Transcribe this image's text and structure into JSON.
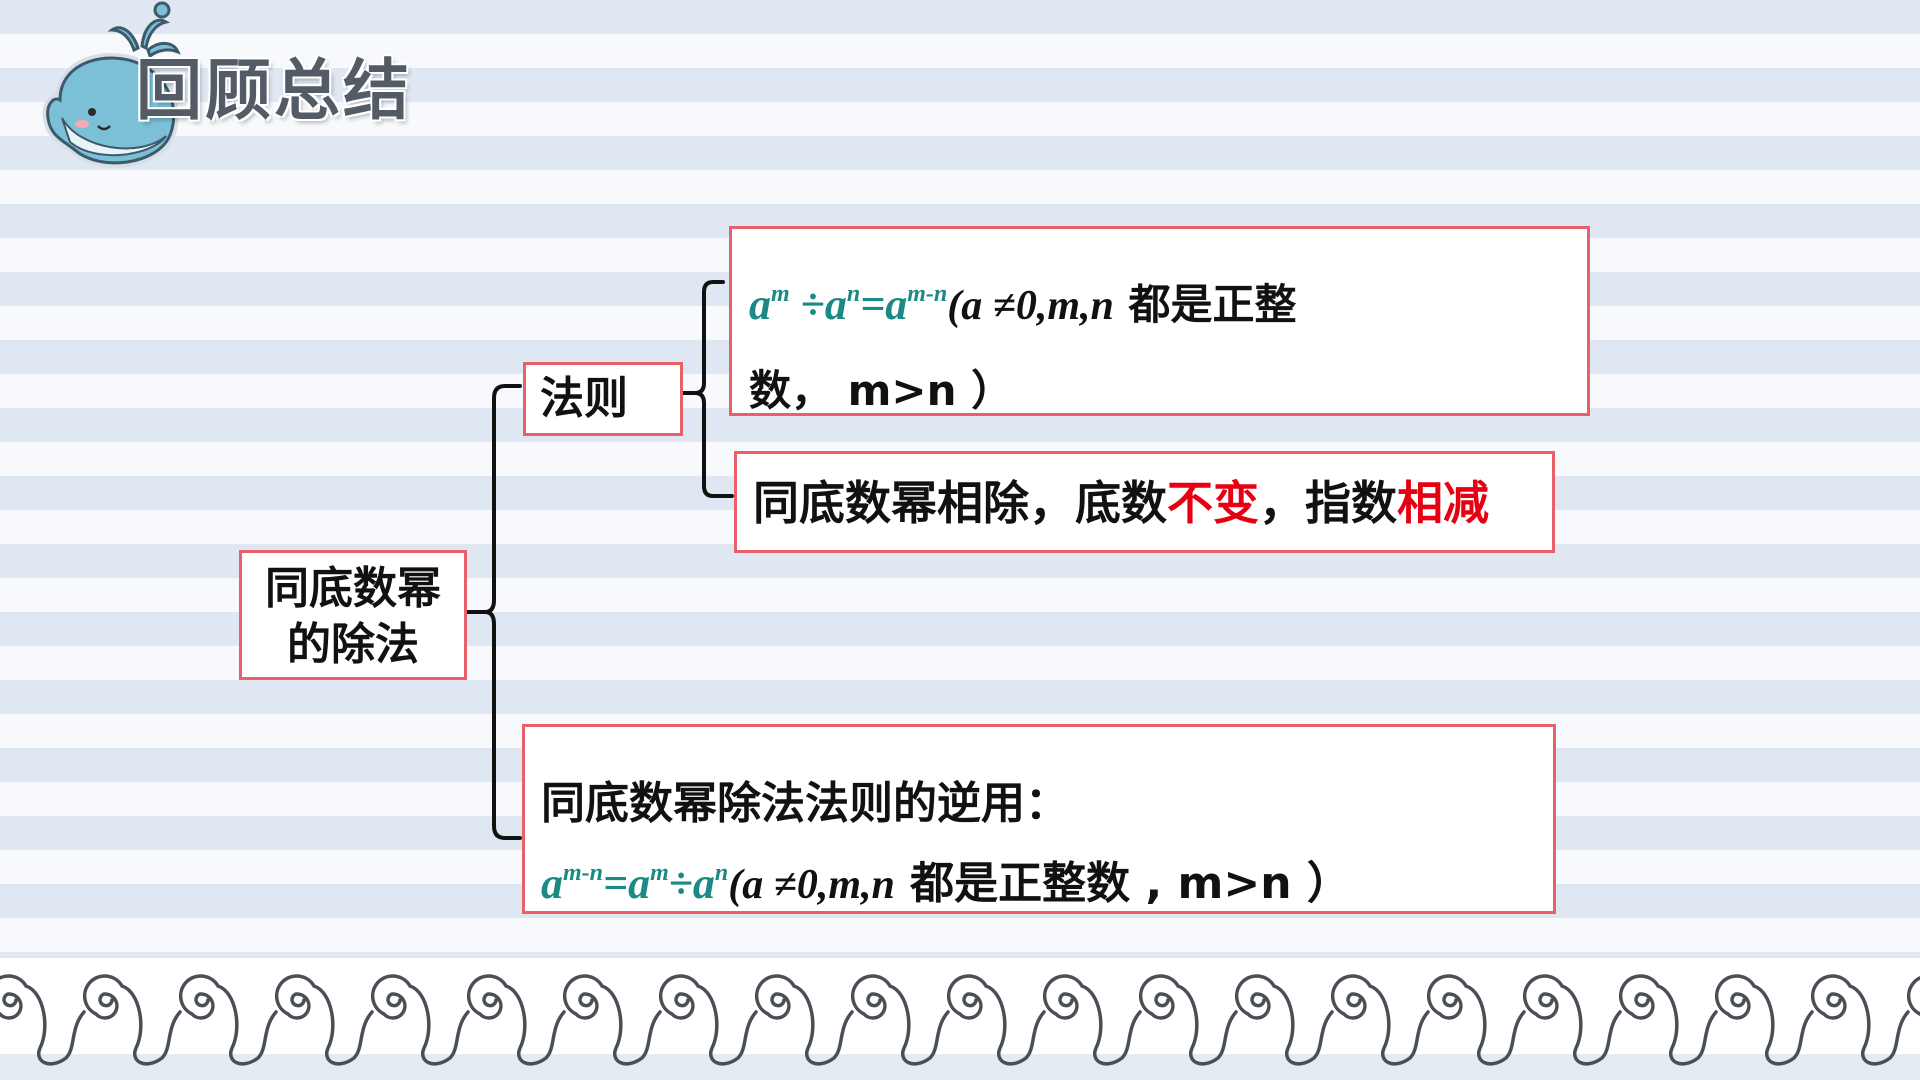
{
  "header": {
    "title": "回顾总结",
    "logo_icon": "whale-icon"
  },
  "mindmap": {
    "root": {
      "line1": "同底数幂",
      "line2": "的除法"
    },
    "rule": {
      "label": "法则",
      "formula": {
        "lhs_base1": "a",
        "lhs_exp1": "m",
        "divide": " ÷",
        "lhs_base2": "a",
        "lhs_exp2": "n",
        "equals": "=",
        "rhs_base": "a",
        "rhs_exp": "m-n",
        "condition_math": "(a ≠0,m,n",
        "condition_text1": " 都是正整",
        "condition_text2": "数， m>n ）"
      },
      "description": {
        "part1": "同底数幂相除，底数",
        "highlight1": "不变",
        "part2": "，指数",
        "highlight2": "相减"
      }
    },
    "reverse": {
      "title": "同底数幂除法法则的逆用：",
      "formula": {
        "lhs_base": "a",
        "lhs_exp": "m-n",
        "equals": "=",
        "rhs_base1": "a",
        "rhs_exp1": "m",
        "divide": "÷",
        "rhs_base2": "a",
        "rhs_exp2": "n",
        "condition_math": "(a ≠0,m,n",
        "condition_text": " 都是正整数 , m>n ）"
      }
    }
  },
  "colors": {
    "box_border": "#e8616a",
    "formula": "#1c8a84",
    "highlight": "#e60012",
    "stripe": "#dfe8f2",
    "wave": "#4a4f57"
  }
}
